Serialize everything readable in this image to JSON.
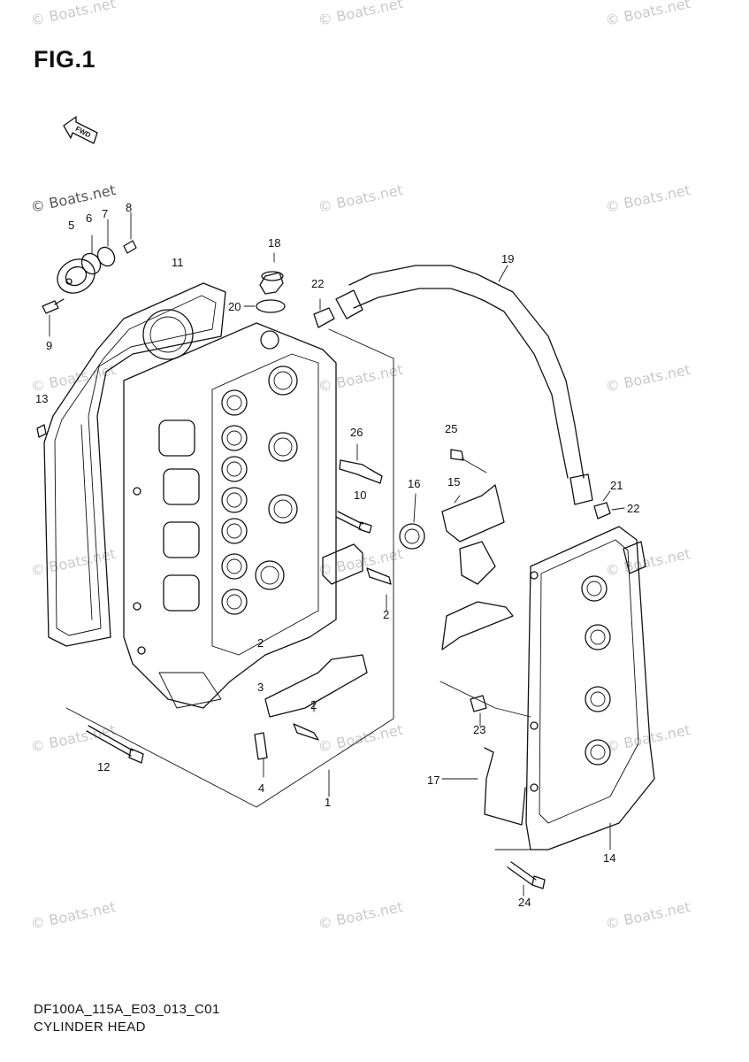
{
  "figure_title": "FIG.1",
  "fwd_label": "FWD",
  "watermark": "© Boats.net",
  "footer": {
    "code": "DF100A_115A_E03_013_C01",
    "name": "CYLINDER HEAD"
  },
  "callouts": [
    "1",
    "2",
    "2",
    "2",
    "3",
    "4",
    "5",
    "6",
    "7",
    "8",
    "9",
    "10",
    "11",
    "12",
    "13",
    "14",
    "15",
    "16",
    "17",
    "18",
    "19",
    "20",
    "21",
    "22",
    "22",
    "23",
    "24",
    "25",
    "26"
  ]
}
